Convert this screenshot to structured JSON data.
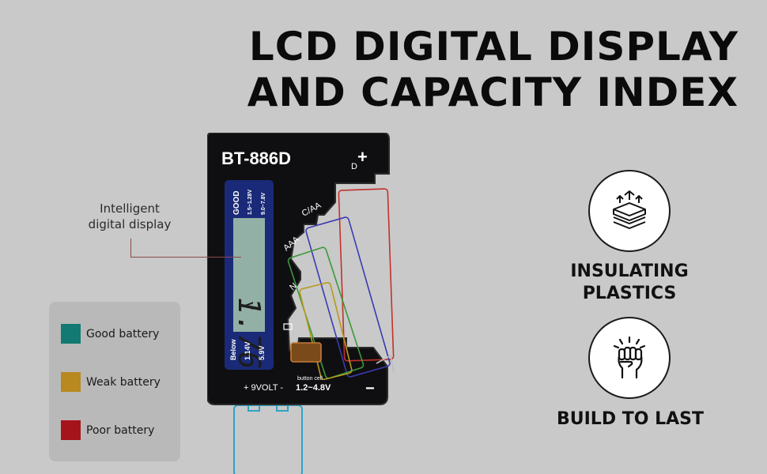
{
  "headline": {
    "line1": "LCD DIGITAL DISPLAY",
    "line2": "AND CAPACITY INDEX"
  },
  "device": {
    "model": "BT-886D",
    "plus_sign": "+",
    "minus_sign": "−",
    "d_label": "D",
    "caa_label": "C/AA",
    "aaa_label": "AAA",
    "n_label": "N",
    "lcd": {
      "good_title": "GOOD",
      "good_range1": "1.5~1.28V",
      "good_range2": "9.0~7.8V",
      "reading": "1.76",
      "unit": "V",
      "below_title": "Below",
      "below_v1": "1.14V",
      "below_v2": "5.9V"
    },
    "nine_volt_label": "+ 9VOLT -",
    "button_cell_label": "button cell",
    "button_cell_range": "1.2~4.8V"
  },
  "callout": {
    "line1": "Intelligent",
    "line2": "digital display"
  },
  "legend": {
    "items": [
      {
        "label": "Good battery",
        "color": "#127a72"
      },
      {
        "label": "Weak battery",
        "color": "#b8891f"
      },
      {
        "label": "Poor battery",
        "color": "#a5141b"
      }
    ]
  },
  "features": [
    {
      "line1": "INSULATING",
      "line2": "PLASTICS",
      "icon": "layers-icon"
    },
    {
      "line1": "BUILD TO LAST",
      "icon": "fist-icon"
    }
  ]
}
